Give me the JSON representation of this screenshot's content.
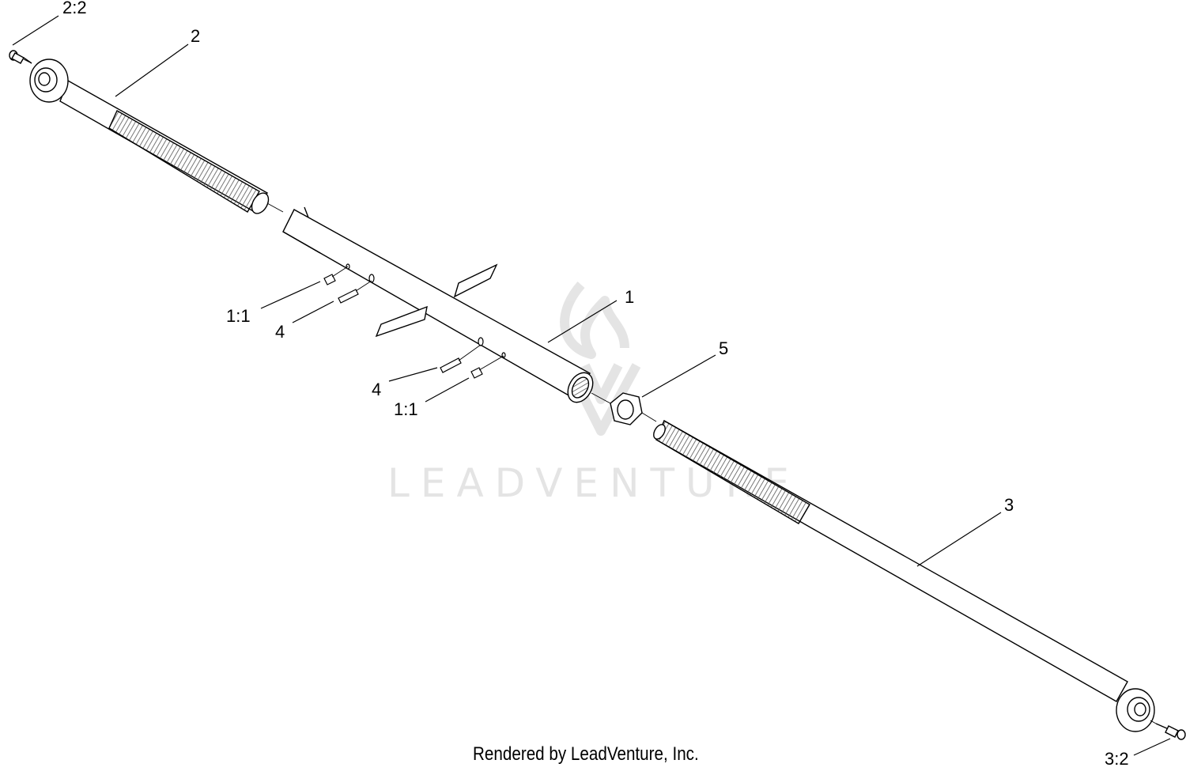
{
  "callouts": {
    "ref_2_2": "2:2",
    "part_2": "2",
    "ref_1_1_upper": "1:1",
    "part_4_upper": "4",
    "part_1": "1",
    "part_5": "5",
    "part_4_lower": "4",
    "ref_1_1_lower": "1:1",
    "part_3": "3",
    "ref_3_2": "3:2"
  },
  "watermark": {
    "text": "LEADVENTURE"
  },
  "footer": {
    "credit": "Rendered by LeadVenture, Inc."
  },
  "colors": {
    "line": "#000000",
    "thread": "#555555",
    "watermark": "#e2e2e2",
    "background": "#ffffff"
  }
}
